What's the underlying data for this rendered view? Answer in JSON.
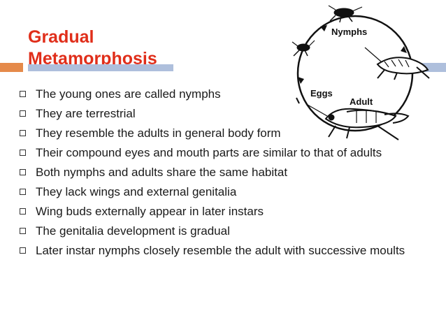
{
  "title": {
    "line1": "Gradual",
    "line2": "Metamorphosis"
  },
  "diagram": {
    "labels": {
      "nymphs": "Nymphs",
      "eggs": "Eggs",
      "adult": "Adult"
    }
  },
  "bullets": [
    "The young ones are called nymphs",
    "They are terrestrial",
    "They resemble the adults in general body form",
    "Their compound eyes and mouth parts are similar to that of adults",
    "Both nymphs and adults share the same habitat",
    "They lack wings and external genitalia",
    "Wing buds externally appear in later instars",
    "The genitalia development is gradual",
    "Later instar nymphs closely resemble the adult with successive moults"
  ],
  "colors": {
    "title": "#e02e1a",
    "accent_orange": "#e58a4a",
    "accent_blue": "#aebfdc"
  },
  "icons": {
    "bullet": "hollow-square-bullet-icon"
  }
}
